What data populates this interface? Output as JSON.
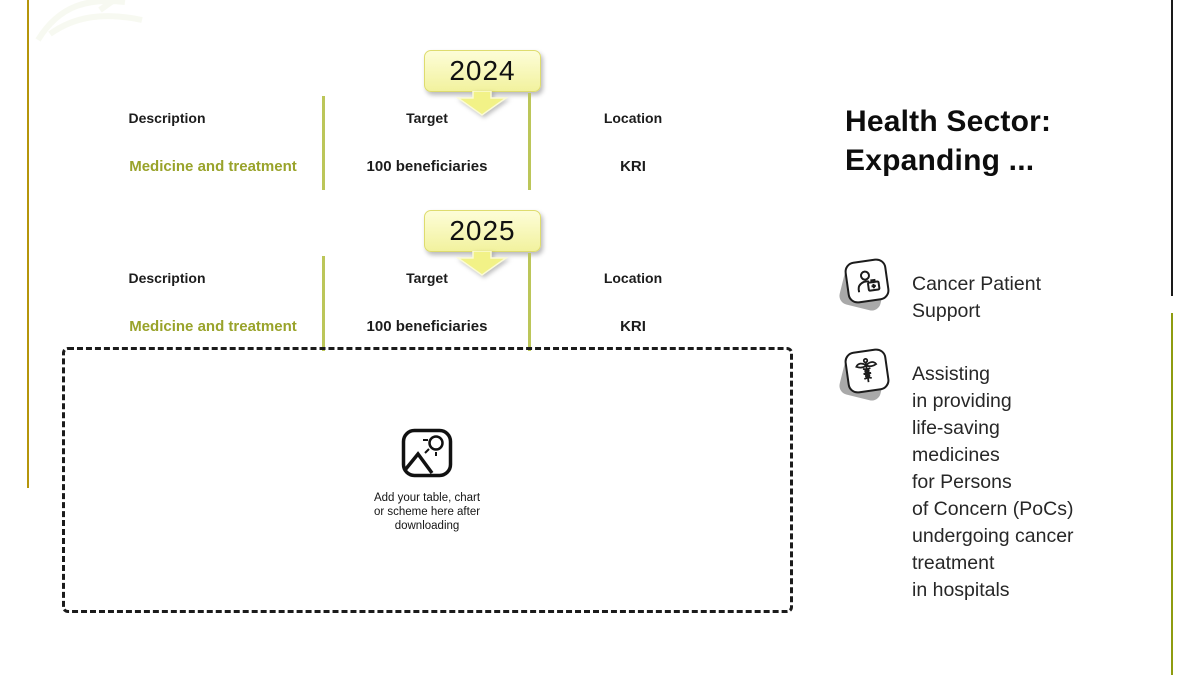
{
  "title": {
    "lines": [
      "Health Sector:",
      "Expanding ..."
    ]
  },
  "tables": [
    {
      "year": "2024",
      "headers": [
        "Description",
        "Target",
        "Location"
      ],
      "row": [
        "Medicine and treatment",
        "100 beneficiaries",
        "KRI"
      ]
    },
    {
      "year": "2025",
      "headers": [
        "Description",
        "Target",
        "Location"
      ],
      "row": [
        "Medicine and treatment",
        "100 beneficiaries",
        "KRI"
      ]
    }
  ],
  "placeholder": {
    "lines": [
      "Add your table, chart",
      "or scheme here after",
      "downloading"
    ]
  },
  "features": [
    {
      "icon": "doctor-with-medical-bag-icon",
      "lines": [
        "Cancer Patient",
        "Support"
      ]
    },
    {
      "icon": "caduceus-icon",
      "lines": [
        "Assisting",
        "in providing",
        "life-saving",
        "medicines",
        "for Persons",
        "of Concern (PoCs)",
        "undergoing cancer",
        "treatment",
        "in hospitals"
      ]
    }
  ],
  "colors": {
    "accent_olive_text": "#99a32a",
    "divider_line": "#bcc659",
    "left_gold_line": "#b5950b",
    "right_black_line": "#1a1a1a",
    "right_olive_line": "#8e9c10",
    "callout_fill": "#f8f8b8",
    "callout_border": "#dedc6e",
    "arrow_fill": "#f2f287",
    "text_dark": "#1e1e1e"
  }
}
